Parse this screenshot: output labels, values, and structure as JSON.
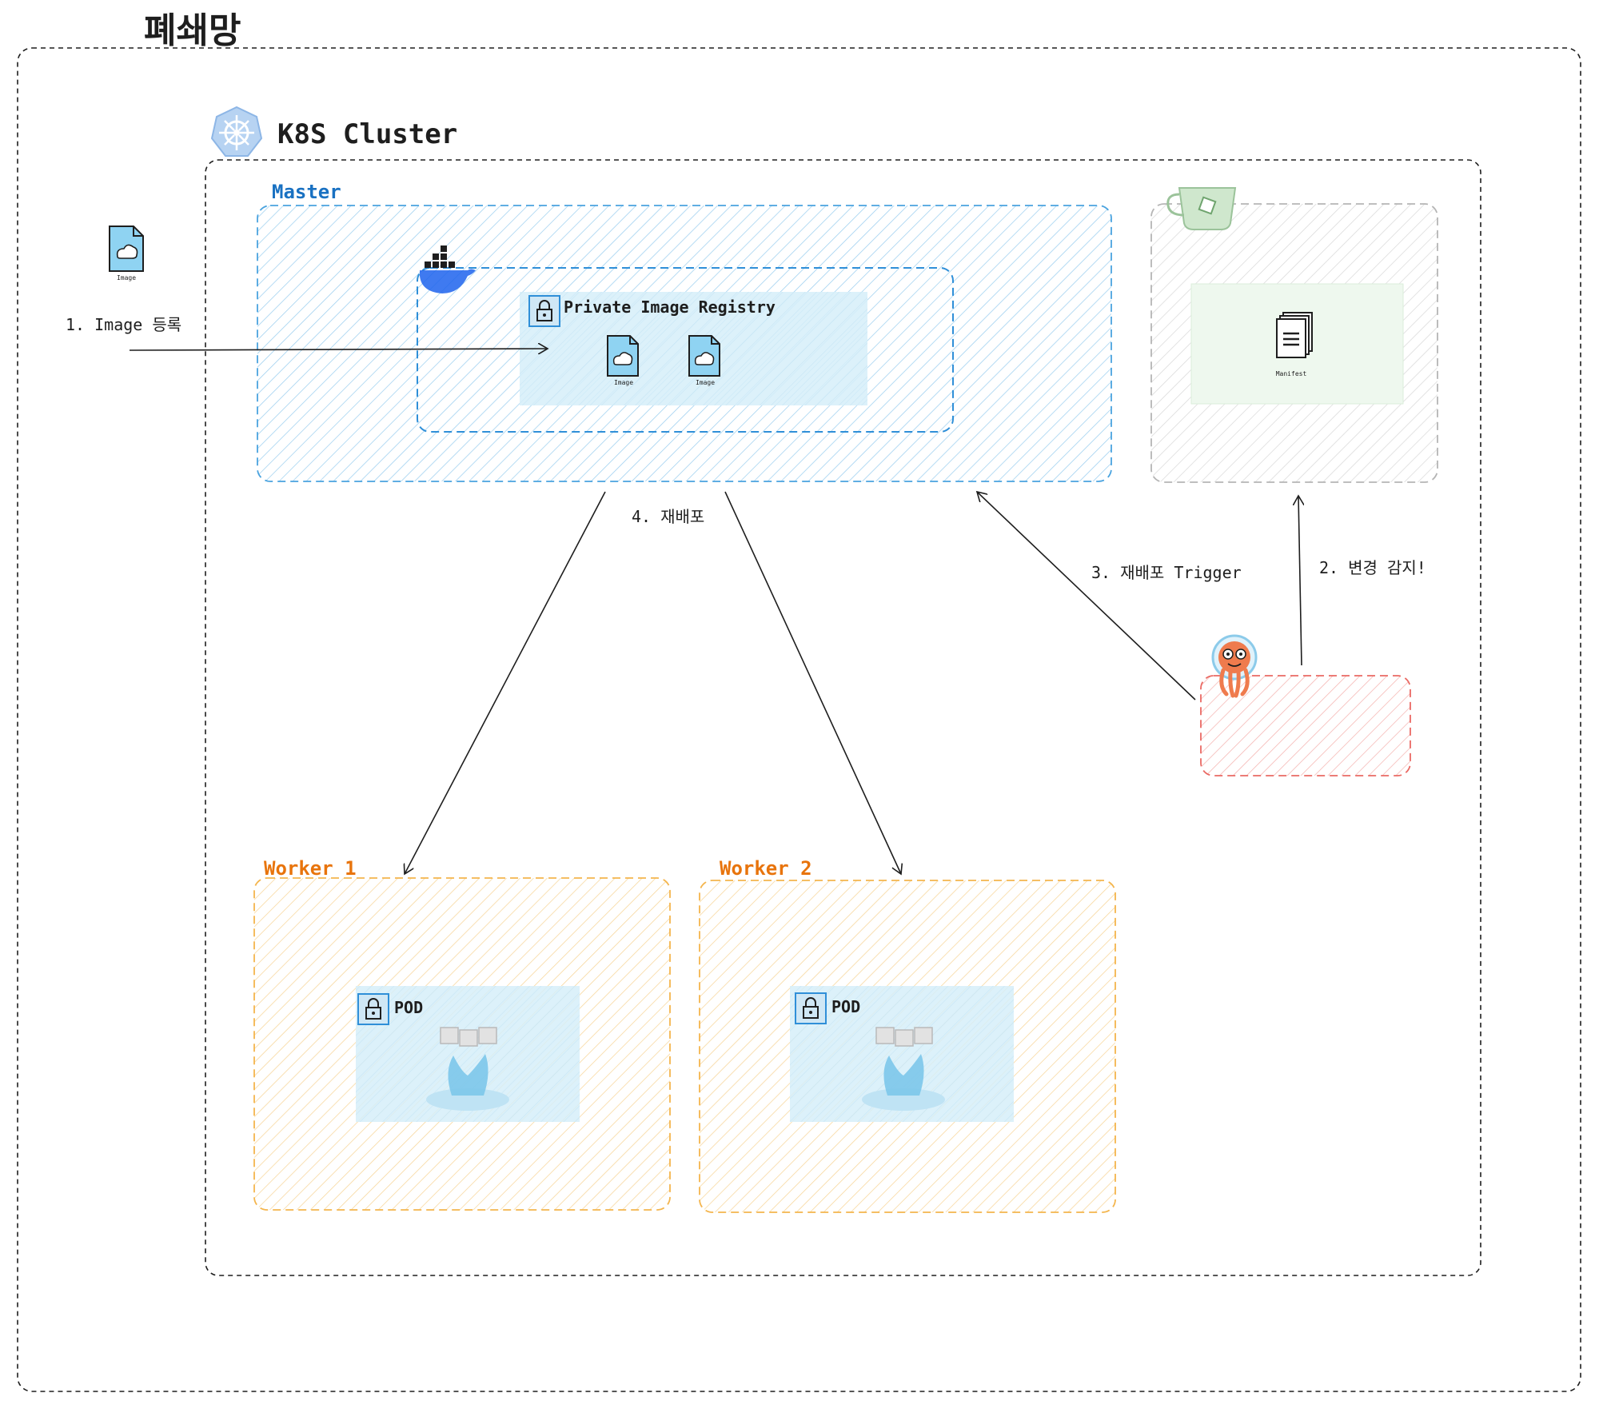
{
  "title": "폐쇄망",
  "cluster": {
    "title": "K8S Cluster"
  },
  "master": {
    "label": "Master"
  },
  "registry": {
    "label": "Private Image Registry",
    "image_labels": [
      "Image",
      "Image"
    ]
  },
  "external_image": {
    "label": "Image"
  },
  "manifest": {
    "label": "Manifest"
  },
  "workers": [
    {
      "label": "Worker 1",
      "pod_label": "POD"
    },
    {
      "label": "Worker 2",
      "pod_label": "POD"
    }
  ],
  "steps": {
    "s1": "1. Image 등록",
    "s2": "2. 변경 감지!",
    "s3": "3. 재배포 Trigger",
    "s4": "4. 재배포"
  },
  "icons": [
    "kubernetes-icon",
    "docker-icon",
    "lock-icon",
    "image-file-icon",
    "git-icon",
    "manifest-icon",
    "argo-icon",
    "whale-container-icon"
  ],
  "colors": {
    "master": "#3b9ae0",
    "worker": "#f0a030",
    "argo": "#e8504a",
    "git": "#a8a8a8",
    "master_label": "#1971c2",
    "worker_label": "#e8740c"
  }
}
